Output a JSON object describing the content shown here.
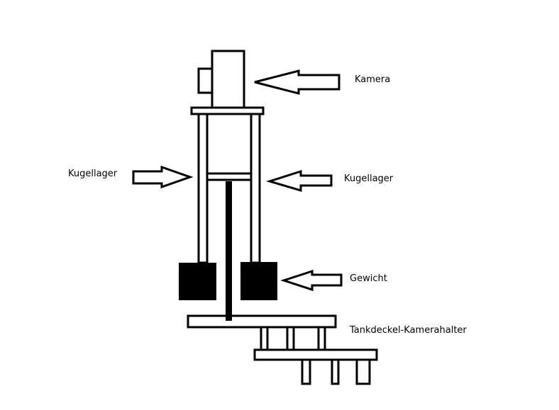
{
  "labels": {
    "kamera": "Kamera",
    "kugellager_left": "Kugellager",
    "kugellager_right": "Kugellager",
    "gewicht": "Gewicht",
    "tankdeckel": "Tankdeckel-Kamerahalter"
  },
  "colors": {
    "stroke": "#000000",
    "fill_weight": "#000000",
    "background": "#ffffff"
  }
}
